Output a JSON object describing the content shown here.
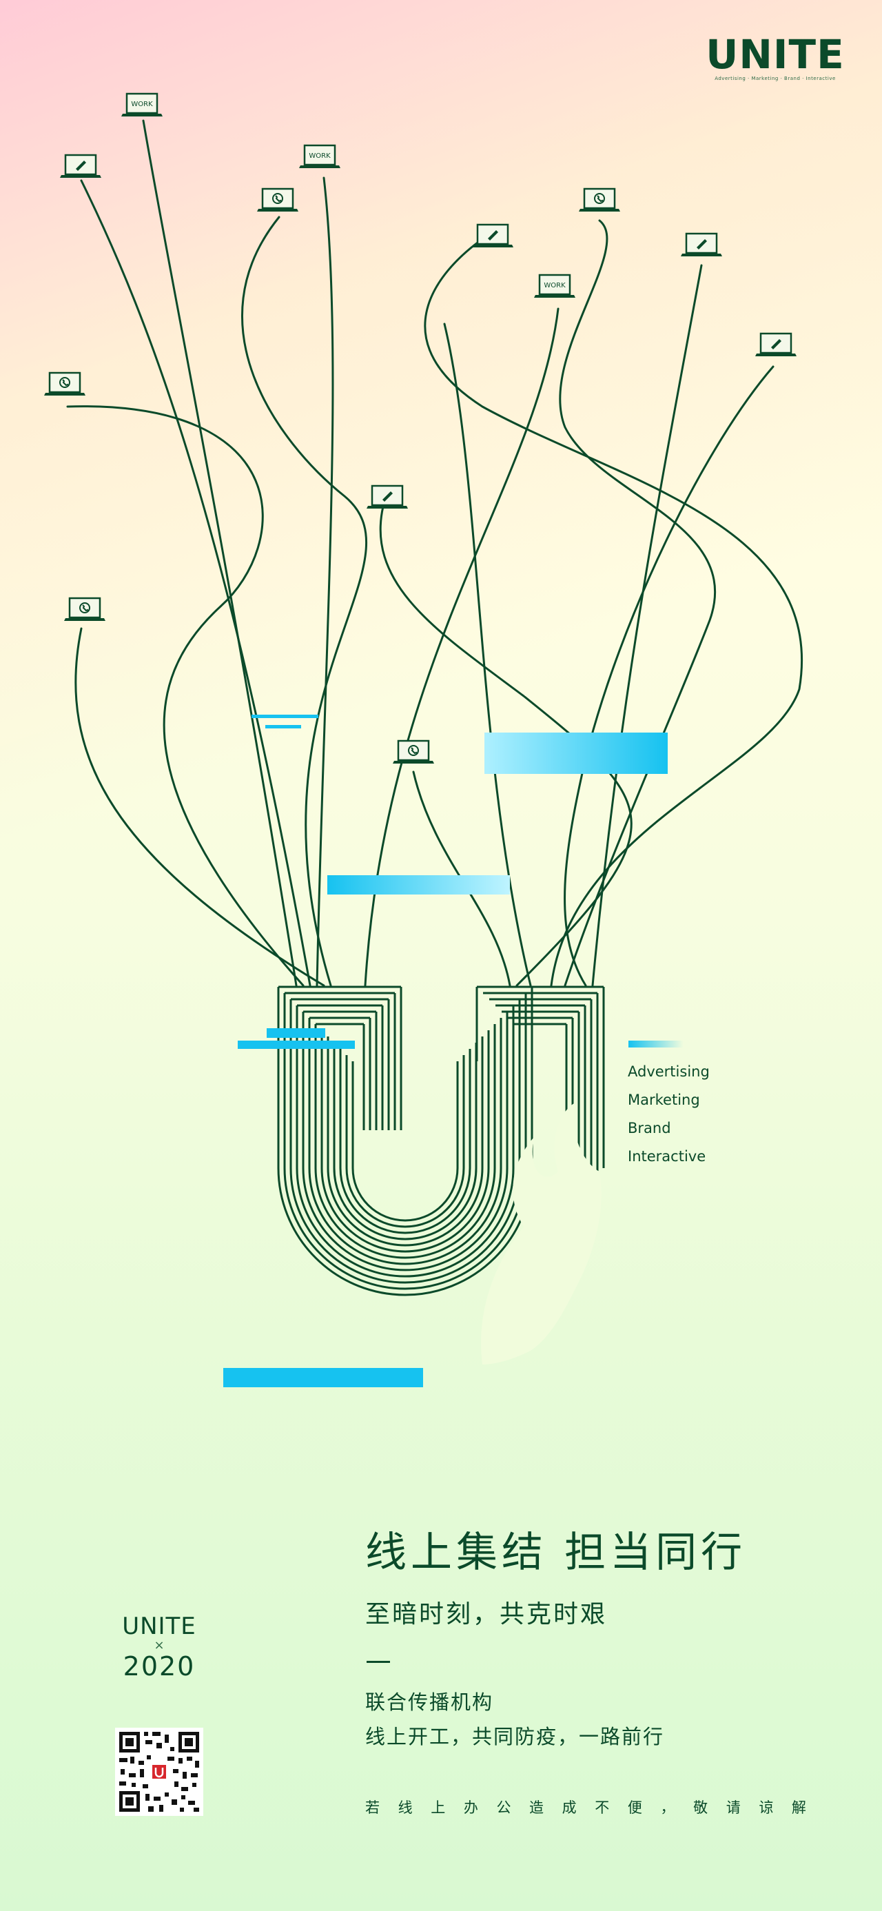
{
  "logo": {
    "text": "UNITE",
    "tagline": "Advertising · Marketing · Brand · Interactive"
  },
  "device_icons": {
    "work_label": "WORK",
    "kinds": [
      "work-screen",
      "pen-screen",
      "phone-screen"
    ]
  },
  "services": [
    "Advertising",
    "Marketing",
    "Brand",
    "Interactive"
  ],
  "headline": "线上集结  担当同行",
  "subheadline": "至暗时刻，共克时艰",
  "org_name": "联合传播机构",
  "tagline": "线上开工，共同防疫，一路前行",
  "notice_chars": [
    "若",
    "线",
    "上",
    "办",
    "公",
    "造",
    "成",
    "不",
    "便",
    "，",
    "敬",
    "请",
    "谅",
    "解"
  ],
  "brand_mark": {
    "name": "UNITE",
    "separator": "×",
    "year": "2020"
  },
  "qr_code": {
    "present": true
  },
  "colors": {
    "primary_green": "#0b4a2a",
    "accent_cyan": "#1ec8f2",
    "bg_top": "#fde6e4",
    "bg_bottom": "#d9f9d2"
  }
}
